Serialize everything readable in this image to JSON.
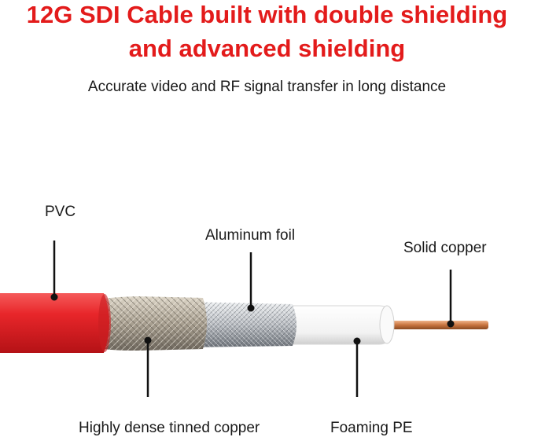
{
  "title_line1": "12G SDI Cable built with double shielding",
  "title_line2": "and advanced shielding",
  "subtitle": "Accurate video and RF signal transfer in long distance",
  "labels": {
    "pvc": "PVC",
    "aluminum_foil": "Aluminum foil",
    "solid_copper": "Solid copper",
    "tinned_copper": "Highly dense tinned copper",
    "foaming_pe": "Foaming PE"
  },
  "colors": {
    "title": "#e31b1b",
    "jacket": "#e8262a",
    "copper": "#c8743f",
    "dielectric": "#f4f4f4",
    "foil": "#c9ccd0",
    "braid": "#b9b2a6"
  }
}
